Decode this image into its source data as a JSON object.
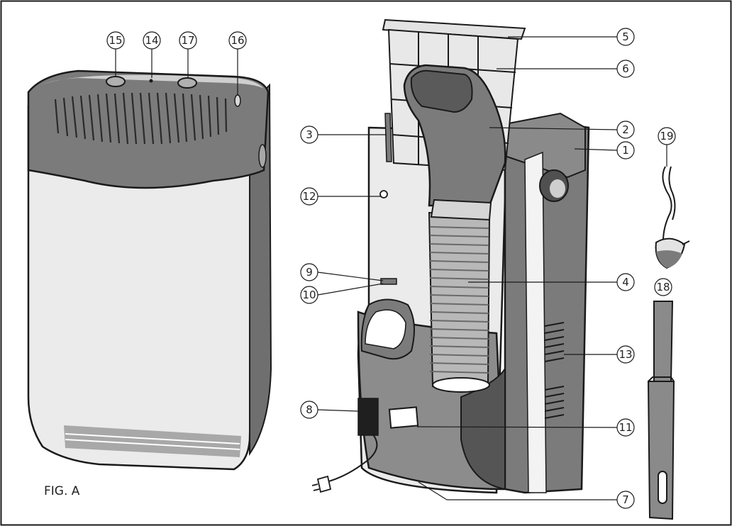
{
  "figure_label": "FIG. A",
  "callouts": {
    "c1": "1",
    "c2": "2",
    "c3": "3",
    "c4": "4",
    "c5": "5",
    "c6": "6",
    "c7": "7",
    "c8": "8",
    "c9": "9",
    "c10": "10",
    "c11": "11",
    "c12": "12",
    "c13": "13",
    "c14": "14",
    "c15": "15",
    "c16": "16",
    "c17": "17",
    "c18": "18",
    "c19": "19"
  },
  "colors": {
    "dark_gray": "#7b7b7b",
    "mid_gray": "#a6a6a6",
    "light_gray": "#e9e9e9",
    "outline": "#1a1a1a"
  }
}
